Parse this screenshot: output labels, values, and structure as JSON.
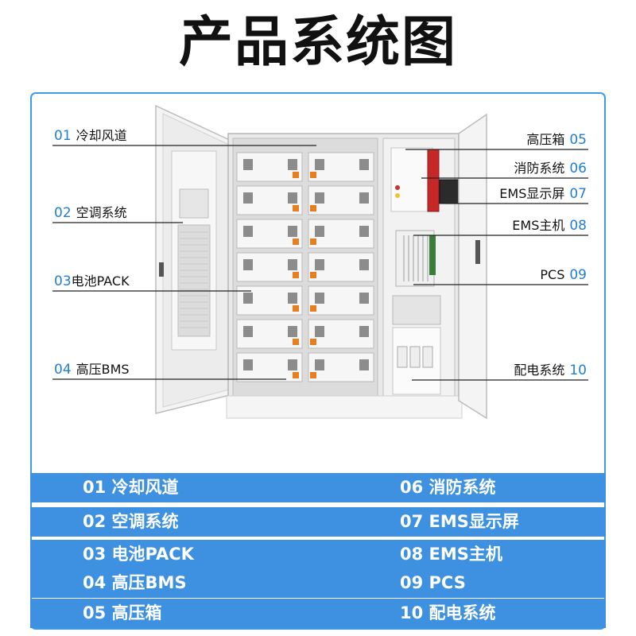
{
  "title": "产品系统图",
  "callouts": [
    {
      "num": "01",
      "label": "冷却风道"
    },
    {
      "num": "02",
      "label": "空调系统"
    },
    {
      "num": "03",
      "label": "电池PACK"
    },
    {
      "num": "04",
      "label": "高压BMS"
    },
    {
      "num": "05",
      "label": "高压箱"
    },
    {
      "num": "06",
      "label": "消防系统"
    },
    {
      "num": "07",
      "label": "EMS显示屏"
    },
    {
      "num": "08",
      "label": "EMS主机"
    },
    {
      "num": "09",
      "label": "PCS"
    },
    {
      "num": "10",
      "label": "配电系统"
    }
  ],
  "legend": [
    {
      "left": "01 冷却风道",
      "right": "06 消防系统"
    },
    {
      "left": "02 空调系统",
      "right": "07 EMS显示屏"
    },
    {
      "left": "03 电池PACK",
      "right": "08 EMS主机"
    },
    {
      "left": "04 高压BMS",
      "right": "09 PCS"
    },
    {
      "left": "05 高压箱",
      "right": "10 配电系统"
    }
  ],
  "colors": {
    "accent": "#3d91e0",
    "number": "#1f7fd6",
    "frame": "#3d9be3"
  }
}
